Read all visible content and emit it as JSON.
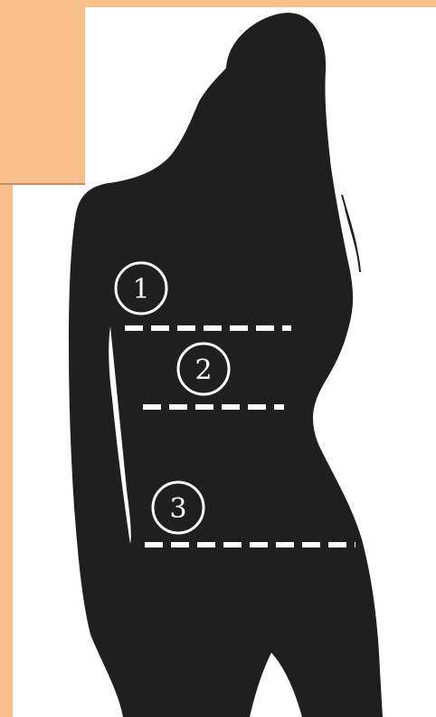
{
  "colors": {
    "frame": "#f9c08d",
    "silhouette": "#1f1f1f",
    "marker": "#ffffff"
  },
  "measurements": [
    {
      "number": "1"
    },
    {
      "number": "2"
    },
    {
      "number": "3"
    }
  ]
}
